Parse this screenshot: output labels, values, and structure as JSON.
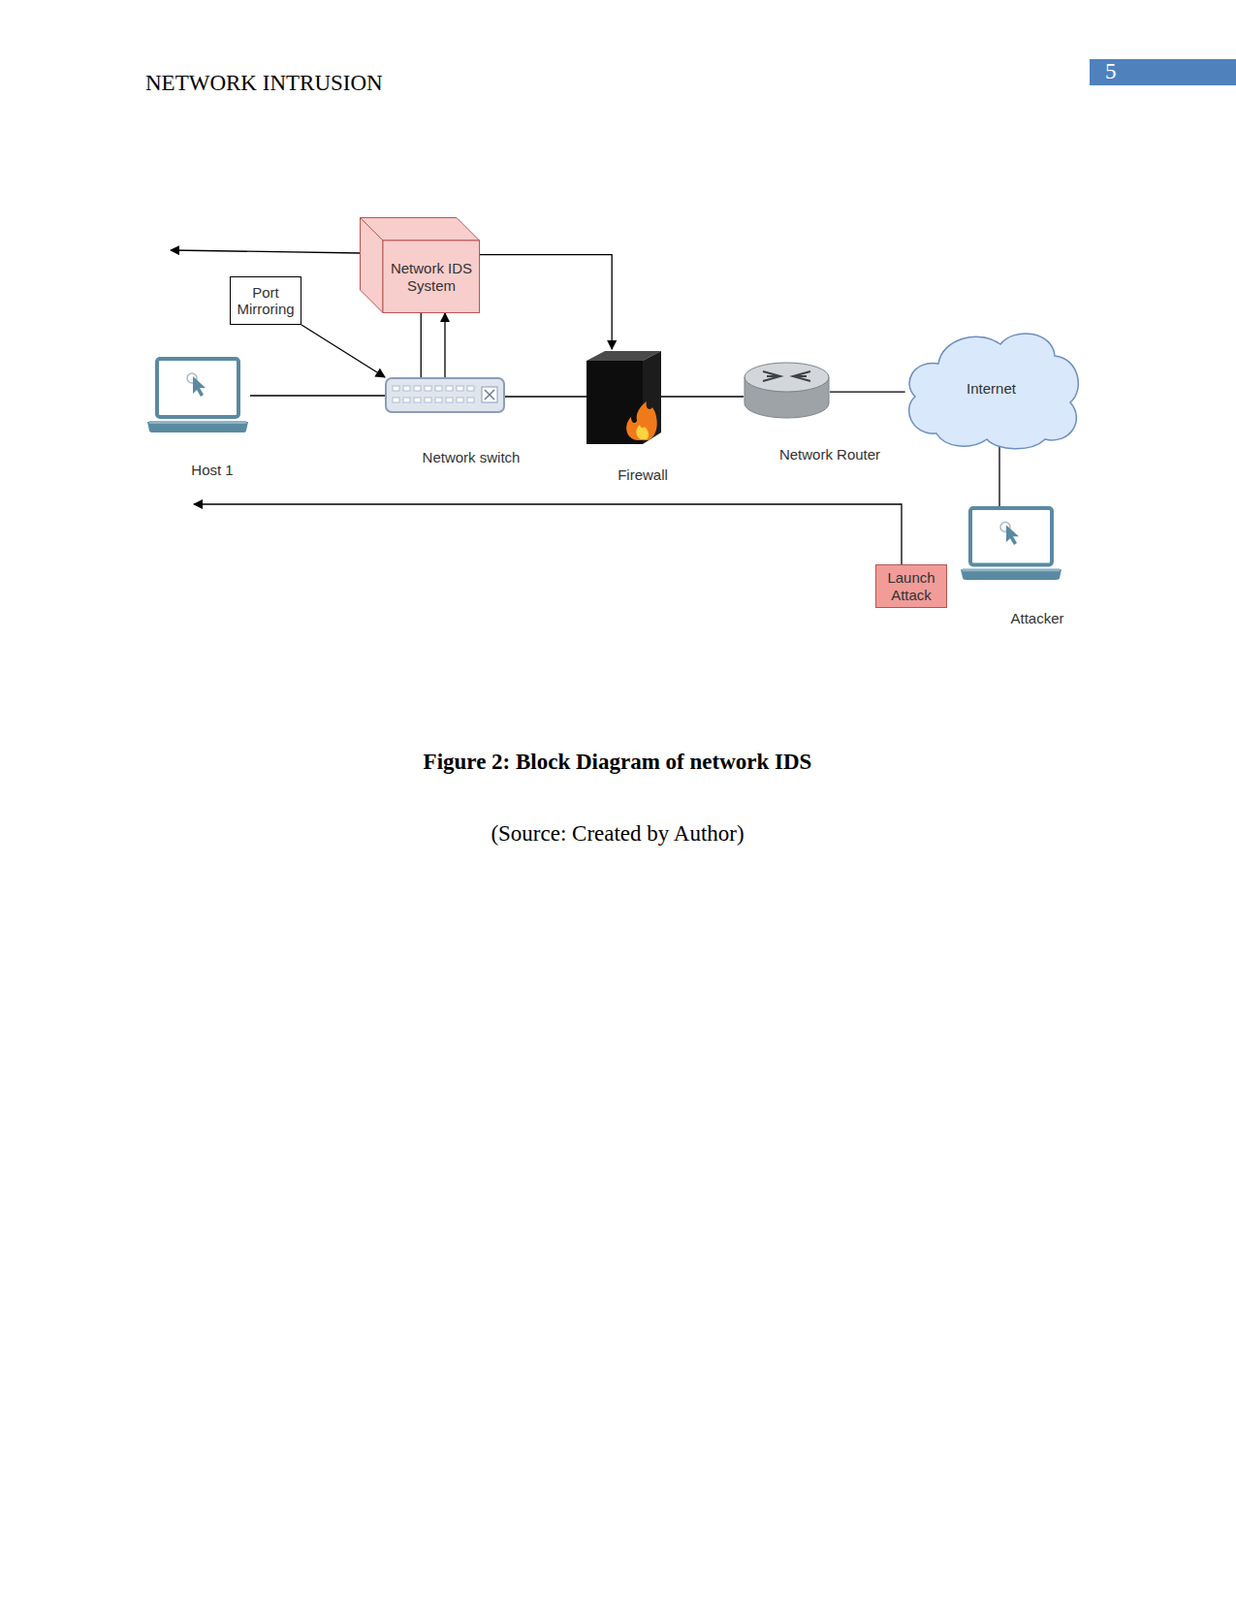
{
  "diagram": {
    "caption": "Figure 2: Block Diagram of network IDS",
    "nodes": [
      {
        "text": [
          "Network IDS System"
        ]
      },
      {
        "text": [
          "Port Mirroring"
        ]
      },
      {
        "text": [
          "Host 1"
        ]
      },
      {
        "text": [
          "Network switch"
        ]
      },
      {
        "text": [
          "Firewall"
        ]
      },
      {
        "text": [
          "Network Router"
        ]
      },
      {
        "text": [
          "Internet"
        ]
      },
      {
        "text": [
          "Launch Attack"
        ]
      },
      {
        "text": [
          "Attacker"
        ]
      }
    ],
    "edges": [
      {
        "from": 2,
        "to": 3,
        "arrow": "none"
      },
      {
        "from": 3,
        "to": 4,
        "arrow": "none"
      },
      {
        "from": 4,
        "to": 5,
        "arrow": "none"
      },
      {
        "from": 5,
        "to": 6,
        "arrow": "none"
      },
      {
        "from": 6,
        "to": 8,
        "arrow": "none"
      },
      {
        "from": 0,
        "to": 3,
        "arrow": "none"
      },
      {
        "from": 3,
        "to": 0,
        "arrow": "to"
      },
      {
        "from": 0,
        "to": 4,
        "arrow": "to"
      },
      {
        "from": 1,
        "to": 3,
        "arrow": "to"
      }
    ],
    "labels": [
      "NETWORK INTRUSION",
      "5",
      "(Source: Created by Author)"
    ]
  }
}
